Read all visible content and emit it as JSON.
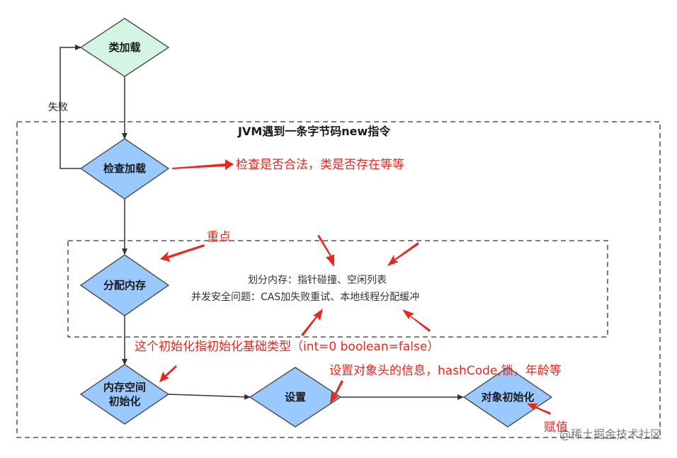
{
  "colors": {
    "start_fill": "#d5f5e3",
    "node_fill": "#99c9ff",
    "node_stroke": "#4d4d4d",
    "line": "#333333",
    "annotation": "#e8271e"
  },
  "nodes": {
    "class_load": "类加载",
    "check_load": "检查加载",
    "allocate": "分配内存",
    "init_zero_1": "内存空间",
    "init_zero_2": "初始化",
    "setup": "设置",
    "obj_init": "对象初始化"
  },
  "labels": {
    "fail": "失败",
    "outer_title": "JVM遇到一条字节码new指令",
    "alloc_line1": "划分内存：指针碰撞、空闲列表",
    "alloc_line2": "并发安全问题：CAS加失败重试、本地线程分配缓冲"
  },
  "annotations": {
    "check": "检查是否合法，类是否存在等等",
    "key": "重点",
    "init_zero": "这个初始化指初始化基础类型（int=0 boolean=false）",
    "setup": "设置对象头的信息，hashCode,锁，年龄等",
    "assign": "赋值"
  },
  "watermark": "@稀土掘金技术社区"
}
